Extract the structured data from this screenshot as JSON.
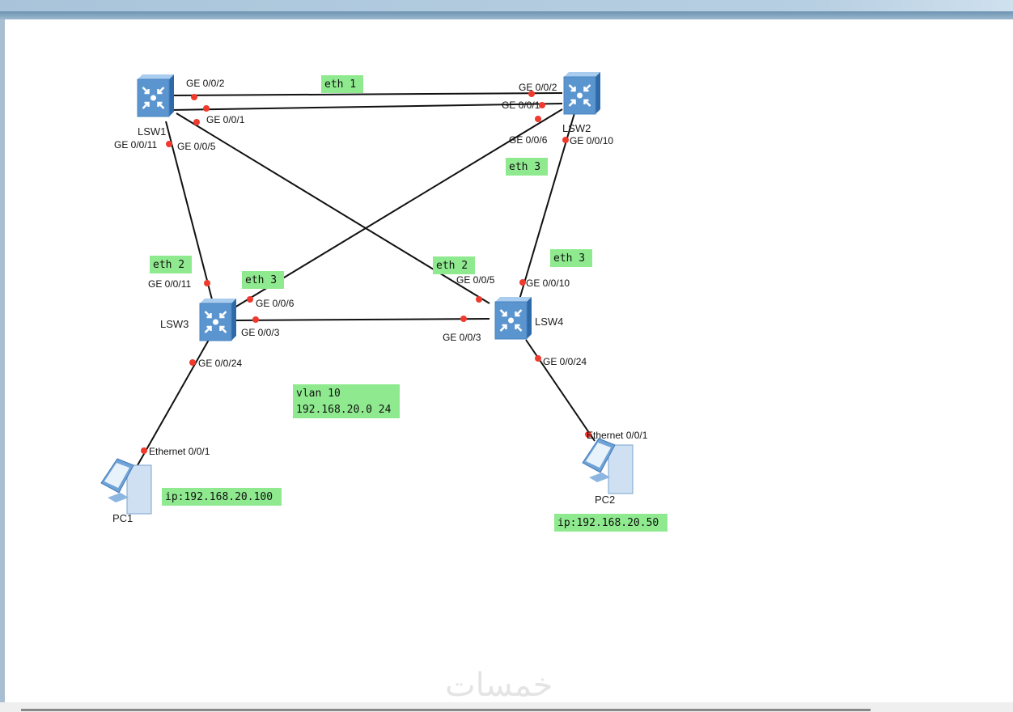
{
  "watermark": "خمسات",
  "devices": [
    {
      "id": "LSW1",
      "label": "LSW1",
      "type": "switch"
    },
    {
      "id": "LSW2",
      "label": "LSW2",
      "type": "switch"
    },
    {
      "id": "LSW3",
      "label": "LSW3",
      "type": "switch"
    },
    {
      "id": "LSW4",
      "label": "LSW4",
      "type": "switch"
    },
    {
      "id": "PC1",
      "label": "PC1",
      "type": "pc"
    },
    {
      "id": "PC2",
      "label": "PC2",
      "type": "pc"
    }
  ],
  "links": [
    {
      "a": "LSW1",
      "a_port": "GE 0/0/2",
      "b": "LSW2",
      "b_port": "GE 0/0/2"
    },
    {
      "a": "LSW1",
      "a_port": "GE 0/0/1",
      "b": "LSW2",
      "b_port": "GE 0/0/1"
    },
    {
      "a": "LSW1",
      "a_port": "GE 0/0/5",
      "b": "LSW4",
      "b_port": "GE 0/0/5"
    },
    {
      "a": "LSW2",
      "a_port": "GE 0/0/6",
      "b": "LSW3",
      "b_port": "GE 0/0/6"
    },
    {
      "a": "LSW1",
      "a_port": "GE 0/0/11",
      "b": "LSW3",
      "b_port": "GE 0/0/11"
    },
    {
      "a": "LSW2",
      "a_port": "GE 0/0/10",
      "b": "LSW4",
      "b_port": "GE 0/0/10"
    },
    {
      "a": "LSW3",
      "a_port": "GE 0/0/3",
      "b": "LSW4",
      "b_port": "GE 0/0/3"
    },
    {
      "a": "LSW3",
      "a_port": "GE 0/0/24",
      "b": "PC1",
      "b_port": "Ethernet 0/0/1"
    },
    {
      "a": "LSW4",
      "a_port": "GE 0/0/24",
      "b": "PC2",
      "b_port": "Ethernet 0/0/1"
    }
  ],
  "notes": [
    {
      "lines": [
        "eth 1"
      ]
    },
    {
      "lines": [
        "eth 3"
      ]
    },
    {
      "lines": [
        "eth 2"
      ]
    },
    {
      "lines": [
        "eth 3"
      ]
    },
    {
      "lines": [
        "eth 2"
      ]
    },
    {
      "lines": [
        "eth 3"
      ]
    },
    {
      "lines": [
        "vlan 10",
        "192.168.20.0 24"
      ]
    },
    {
      "lines": [
        "ip:192.168.20.100"
      ]
    },
    {
      "lines": [
        "ip:192.168.20.50"
      ]
    }
  ],
  "colors": {
    "link": "#111111",
    "port_dot": "#f03a2e",
    "note_bg": "#8fea8f",
    "switch": "#5b95cf"
  }
}
